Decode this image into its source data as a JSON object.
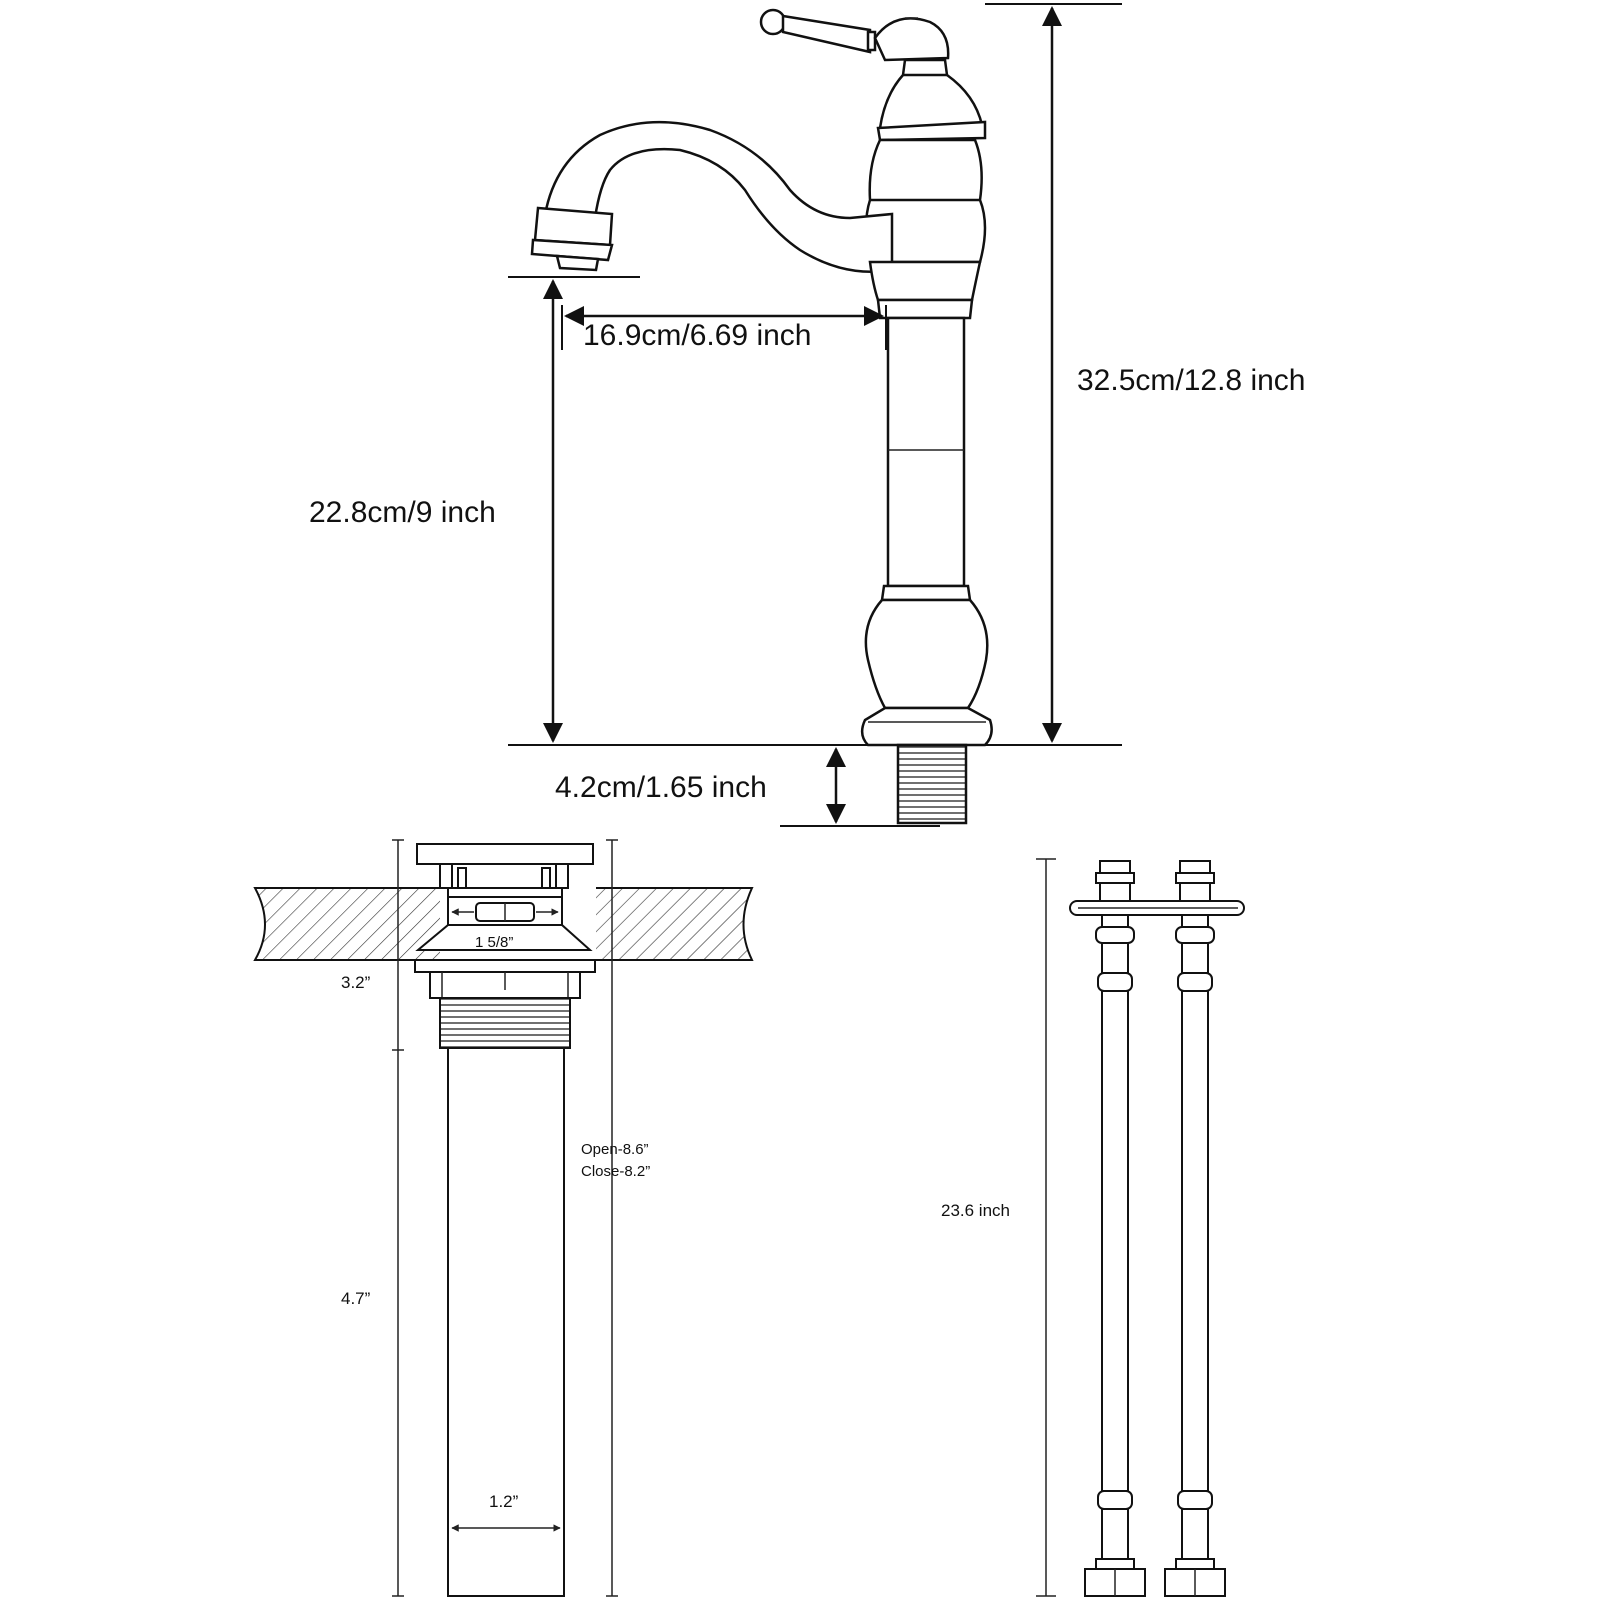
{
  "faucet": {
    "spout_reach_label": "16.9cm/6.69 inch",
    "total_height_label": "32.5cm/12.8 inch",
    "spout_height_label": "22.8cm/9 inch",
    "shank_length_label": "4.2cm/1.65 inch"
  },
  "drain": {
    "opening_diameter_label": "1 5/8”",
    "top_section_label": "3.2”",
    "open_length_label": "Open-8.6”",
    "close_length_label": "Close-8.2”",
    "pipe_length_label": "4.7”",
    "pipe_diameter_label": "1.2”"
  },
  "hoses": {
    "length_label": "23.6 inch"
  },
  "colors": {
    "line": "#111111",
    "background": "#ffffff"
  }
}
